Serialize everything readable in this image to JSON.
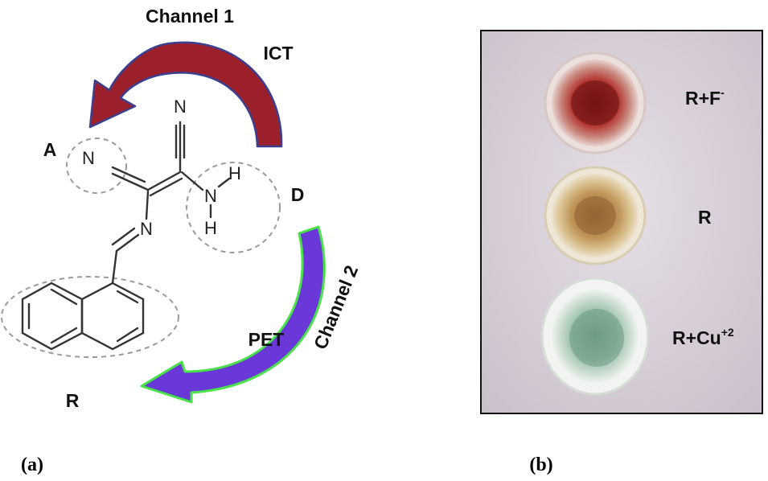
{
  "panel_a": {
    "tag": "(a)",
    "channel1": "Channel 1",
    "ict": "ICT",
    "channel2": "Channel 2",
    "pet": "PET",
    "acceptor": "A",
    "donor": "D",
    "receptor": "R",
    "atoms": {
      "n_top": "N",
      "n_left": "N",
      "n_imine": "N",
      "n_amine": "N",
      "h_upper": "H",
      "h_lower": "H"
    },
    "colors": {
      "ict_arrow": "#9c1f2c",
      "ict_arrow_outline": "#3a3f8f",
      "pet_arrow": "#6a38d8",
      "pet_arrow_outline": "#49e24a"
    }
  },
  "panel_b": {
    "tag": "(b)",
    "vials": [
      {
        "label_base": "R+F",
        "label_sup": "-",
        "color": "#a52a2a"
      },
      {
        "label_base": "R",
        "label_sup": "",
        "color": "#b88a4a"
      },
      {
        "label_base": "R+Cu",
        "label_sup": "+2",
        "color": "#8fb89c"
      }
    ]
  }
}
